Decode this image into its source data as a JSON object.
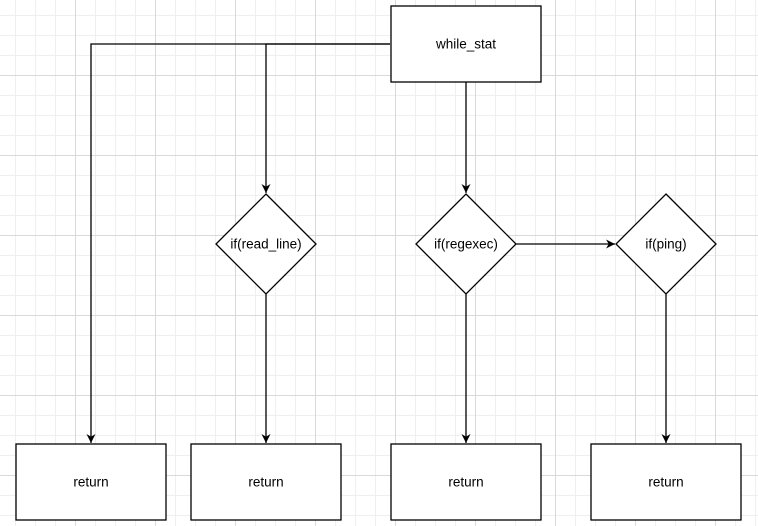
{
  "diagram": {
    "start": {
      "label": "while_stat"
    },
    "decisions": [
      {
        "id": "read_line",
        "label": "if(read_line)"
      },
      {
        "id": "regexec",
        "label": "if(regexec)"
      },
      {
        "id": "ping",
        "label": "if(ping)"
      }
    ],
    "returns": [
      {
        "label": "return"
      },
      {
        "label": "return"
      },
      {
        "label": "return"
      },
      {
        "label": "return"
      }
    ]
  }
}
